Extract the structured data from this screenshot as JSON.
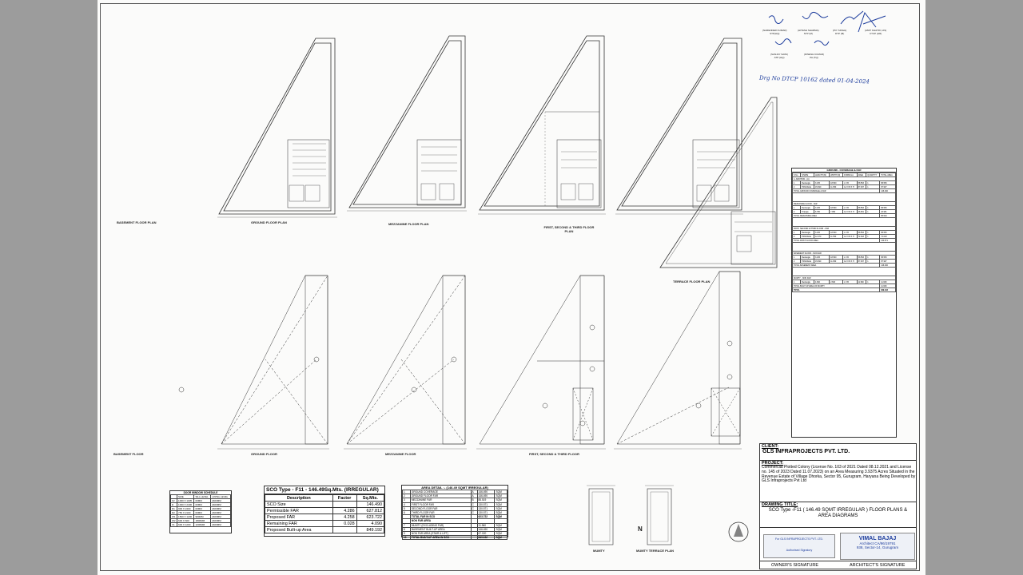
{
  "signatures": [
    {
      "name": "(NARENDER KUMAR)",
      "role": "STP(HQ)"
    },
    {
      "name": "(HITESH SHARMA)",
      "role": "STP (M)"
    },
    {
      "name": "(P.P. SINGH)",
      "role": "DTP (M)"
    },
    {
      "name": "(AMIT KHATRI, IAS)",
      "role": "CTCP (HR)"
    },
    {
      "name": "(SANJAY SAINI)",
      "role": "ATP (HQ)"
    },
    {
      "name": "(DINESH KUMAR)",
      "role": "PA (TQ)"
    }
  ],
  "handwritten_note": "Drg No DTCP 10162 dated 01-04-2024",
  "plans_top": [
    "BASEMENT FLOOR PLAN",
    "GROUND FLOOR PLAN",
    "MEZZANINE FLOOR PLAN",
    "FIRST, SECOND & THIRD FLOOR PLAN",
    "TERRACE FLOOR PLAN"
  ],
  "plans_bottom": [
    "BASEMENT FLOOR",
    "GROUND FLOOR",
    "MEZZANINE FLOOR",
    "FIRST, SECOND & THIRD FLOOR"
  ],
  "mumty": [
    "MUMTY",
    "MUMTY TERRACE PLAN"
  ],
  "window_schedule": {
    "title": "DOOR WINDOW SCHEDULE",
    "headers": [
      "SIZE",
      "SILL LEVEL",
      "LINTEL LEVEL"
    ],
    "rows": [
      [
        "F2",
        "1000 X 1005",
        "00MM",
        "2400MM"
      ],
      [
        "D",
        "1000 X 2400",
        "00MM",
        "2400MM"
      ],
      [
        "D1",
        "900 X 2400",
        "00MM",
        "2400MM"
      ],
      [
        "D2",
        "750 X 2100",
        "00MM",
        "2400MM"
      ],
      [
        "W1",
        "1500 X 1200",
        "900MM",
        "2400MM"
      ],
      [
        "W2",
        "600 X 600",
        "1800MM",
        "2400MM"
      ],
      [
        "V1",
        "600 X 1200",
        "1200MM",
        "2400MM"
      ]
    ]
  },
  "sco_table": {
    "title": "SCO Type - F11 - 146.49Sq.Mts. (IRREGULAR)",
    "headers": [
      "Description",
      "Factor",
      "Sq.Mts."
    ],
    "rows": [
      [
        "SCO Size",
        "",
        "146.490"
      ],
      [
        "Permissible FAR",
        "4.286",
        "627.812"
      ],
      [
        "Proposed FAR",
        "4.258",
        "623.722"
      ],
      [
        "Remaining FAR",
        "0.028",
        "4.090"
      ],
      [
        "Proposed Built-up Area",
        "",
        "849.192"
      ]
    ]
  },
  "area_detail": {
    "title": "AREA DETAIL :- (146.49 SQMT IRREGULAR)",
    "rows": [
      [
        "1",
        "GROUND COVERAGE",
        "A",
        "146.490",
        "SQM"
      ],
      [
        "2",
        "GROUND FLOOR FAR",
        "A",
        "146.490",
        "SQM"
      ],
      [
        "3",
        "MEZZANINE FAR",
        "B",
        "85.519",
        "SQM"
      ],
      [
        "4",
        "FIRST FLOOR FAR",
        "C",
        "130.571",
        "SQM"
      ],
      [
        "5",
        "SECOND FLOOR FAR",
        "C",
        "130.571",
        "SQM"
      ],
      [
        "6",
        "THIRD FLOOR FAR",
        "C",
        "130.571",
        "SQM"
      ],
      [
        "",
        "TOTAL FAR IN SCO",
        "",
        "623.722",
        "SQM"
      ],
      [
        "",
        "NON FAR AREA",
        "",
        "",
        ""
      ],
      [
        "7",
        "MUMTY (EXCLUDING FAR)",
        "",
        "11.960",
        "SQM"
      ],
      [
        "8",
        "BASEMENT BUILT-UP AREA",
        "",
        "146.490",
        "SQM"
      ],
      [
        "9",
        "NON FAR AREA (STAIR & LIFT)",
        "",
        "67.020",
        "SQM"
      ],
      [
        "10",
        "TOTAL BUILT-UP AREA IN SCO",
        "",
        "849.192",
        "SQM"
      ]
    ]
  },
  "coverage_table": {
    "title": "GROUND - COVERAGE & FAR",
    "headers": [
      "S.No.",
      "SHAPE",
      "LENGTH (M)",
      "WIDTH (M)",
      "FORMULA",
      "AREA",
      "QUANTITY",
      "TOTAL AREA"
    ],
    "sections": [
      {
        "name": "A. ADDITION - (A)",
        "rows": [
          [
            "1",
            "Rectangle",
            "3.165",
            "18.500",
            "L X B",
            "58.553",
            "1",
            "58.553"
          ],
          [
            "2",
            "TRIANGLE",
            "15.090",
            "11.650",
            "1/2 X B X H",
            "87.937",
            "1",
            "87.937"
          ]
        ],
        "total": [
          "TOTAL GROUND COVERAGE & FAR",
          "146.490"
        ]
      },
      {
        "name": "MEZZANINE FLOOR - FAR",
        "rows": [
          [
            "1",
            "Rectangle",
            "3.165",
            "18.500",
            "L X B",
            "58.553",
            "1",
            "58.553"
          ],
          [
            "2",
            "Triangle",
            "6.780",
            "7.950",
            "1/2 X B X H",
            "26.951",
            "1",
            "26.951"
          ]
        ],
        "total": [
          "TOTAL MEZZANINE AREA",
          "85.519"
        ]
      },
      {
        "name": "FIRST, SECOND & THIRD FLOOR - FAR",
        "rows": [
          [
            "1",
            "Rectangle",
            "3.165",
            "18.500",
            "L X B",
            "58.553",
            "1",
            "58.553"
          ],
          [
            "2",
            "TRIANGLE",
            "12.470",
            "11.550",
            "1/2 X B X H",
            "72.018",
            "1",
            "72.018"
          ]
        ],
        "total": [
          "TOTAL FIRST FLOOR AREA",
          "130.571"
        ]
      },
      {
        "name": "BASEMENT FLOOR - NON FAR",
        "rows": [
          [
            "1",
            "Rectangle",
            "3.165",
            "18.500",
            "L X B",
            "58.553",
            "1",
            "58.553"
          ],
          [
            "2",
            "TRIANGLE",
            "15.090",
            "11.650",
            "1/2 X B X H",
            "87.937",
            "1",
            "87.937"
          ]
        ],
        "total": [
          "TOTAL BASEMENT AREA",
          "146.490"
        ]
      },
      {
        "name": "MUMTY - NON FAR",
        "rows": [
          [
            "1",
            "Rectangle",
            "4.600",
            "2.600",
            "L X B",
            "11.960",
            "1",
            "11.960"
          ]
        ],
        "total": [
          "TOTAL BUILT UP AREA OF MUMTY",
          "11.960"
        ]
      }
    ],
    "grand_total": [
      "TOTAL",
      "849.192"
    ]
  },
  "title_block": {
    "client_label": "CLIENT:",
    "client": "GLS INFRAPROJECTS PVT. LTD.",
    "project_label": "PROJECT:",
    "project": "Commercial Plotted Colony (License No. 103 of 2021 Dated 08.12.2021 and License no. 145 of 2023 Dated 11.07.2023) on an Area Measuring 3.9375 Acres Situated in the Revenue Estate of Village Dhorka, Sector 95, Gurugram, Haryana Being Developed by GLS Infraprojects Pvt Ltd",
    "drawing_label": "DRAWING TITLE:",
    "drawing": "SCO Type -F11 ( 146.49 SQMT IRREGULAR ) FLOOR PLANS & AREA DIAGRAMS",
    "owner_company": "For GLS INFRAPROJECTS PVT. LTD.",
    "owner_role": "Authorised Signatory",
    "owner_label": "OWNER'S SIGNATURE",
    "architect_name": "VIMAL BAJAJ",
    "architect_reg": "Architect CA/96/19791",
    "architect_addr": "938, Sector-14, Gurugram",
    "architect_label": "ARCHITECT'S SIGNATURE"
  },
  "north_label": "N"
}
